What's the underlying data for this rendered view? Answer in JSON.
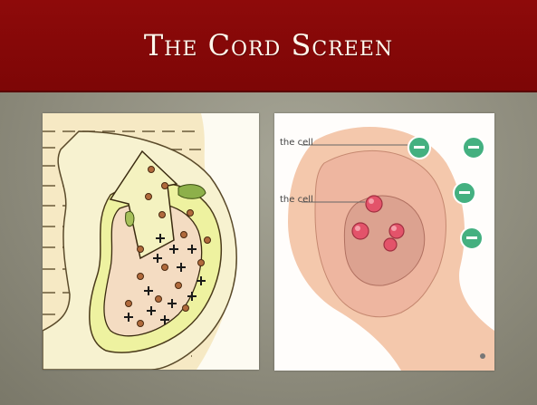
{
  "slide": {
    "title": "The Cord Screen"
  },
  "left_figure": {
    "icon": "cord-tissue-illustration"
  },
  "right_figure": {
    "icon": "cord-cell-illustration",
    "label_top": "the cell",
    "label_mid": "the cell"
  },
  "colors": {
    "title_bar": "#8e0a0a",
    "background": "#8f8d7e"
  }
}
